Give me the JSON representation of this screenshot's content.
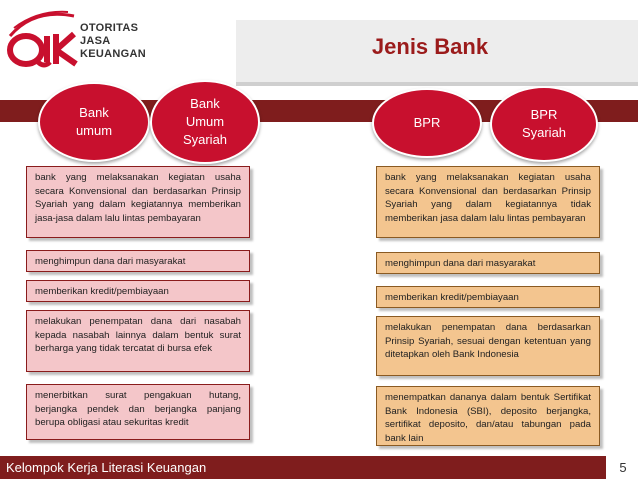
{
  "logo": {
    "mark": "OJK",
    "lines": [
      "OTORITAS",
      "JASA",
      "KEUANGAN"
    ]
  },
  "header": {
    "title": "Jenis Bank"
  },
  "ovals": {
    "bank_umum": [
      "Bank",
      "umum"
    ],
    "bank_umum_syariah": [
      "Bank",
      "Umum",
      "Syariah"
    ],
    "bpr": [
      "BPR"
    ],
    "bpr_syariah": [
      "BPR",
      "Syariah"
    ]
  },
  "left_boxes": [
    "bank yang melaksanakan kegiatan usaha secara Konvensional dan berdasarkan Prinsip Syariah yang dalam kegiatannya memberikan jasa-jasa dalam lalu lintas pembayaran",
    "menghimpun dana dari masyarakat",
    "memberikan kredit/pembiayaan",
    "melakukan penempatan dana dari nasabah kepada nasabah lainnya dalam bentuk surat berharga yang tidak tercatat di bursa efek",
    "menerbitkan surat pengakuan hutang, berjangka pendek dan berjangka panjang berupa obligasi atau sekuritas kredit"
  ],
  "right_boxes": [
    "bank yang melaksanakan kegiatan usaha secara Konvensional dan berdasarkan Prinsip Syariah yang dalam kegiatannya tidak memberikan jasa dalam lalu lintas pembayaran",
    "menghimpun dana dari masyarakat",
    "memberikan kredit/pembiayaan",
    "melakukan penempatan dana berdasarkan Prinsip Syariah, sesuai dengan ketentuan yang ditetapkan oleh Bank Indonesia",
    "menempatkan dananya dalam bentuk Sertifikat Bank Indonesia (SBI), deposito berjangka, sertifikat deposito, dan/atau tabungan pada bank lain"
  ],
  "footer": {
    "text": "Kelompok Kerja Literasi Keuangan",
    "page": "5"
  },
  "colors": {
    "brand_red": "#c8102e",
    "band_dark_red": "#7f1d1d",
    "title_red": "#9b1b1b",
    "pink_box": "#f4c6c9",
    "orange_box": "#f3c58f"
  }
}
